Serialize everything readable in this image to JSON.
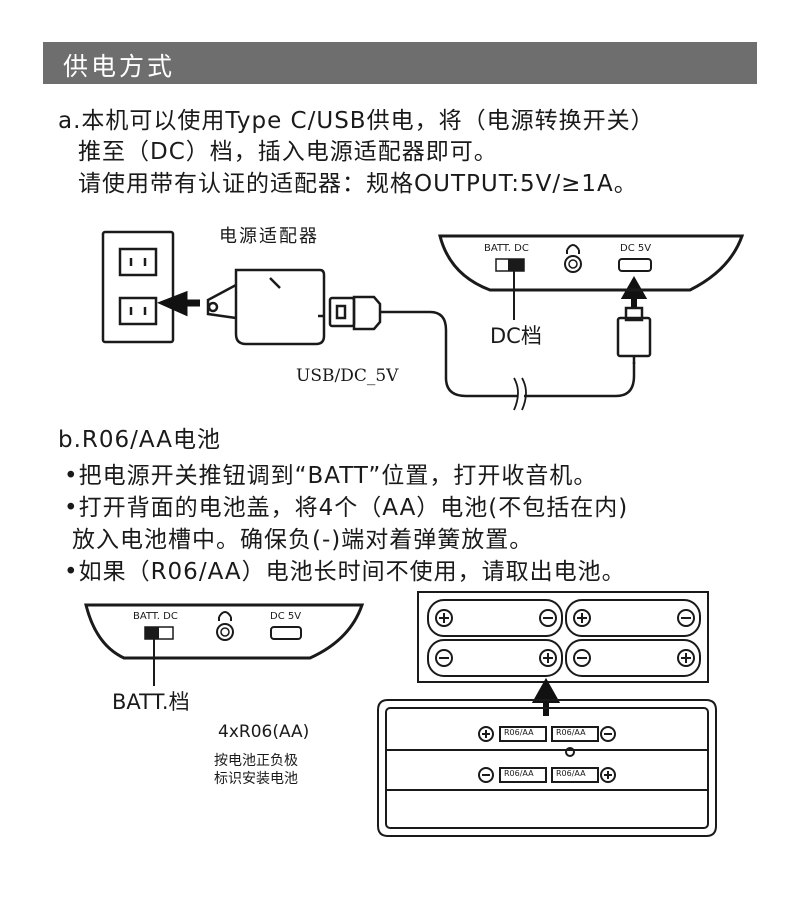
{
  "header": {
    "title": "供电方式"
  },
  "section_a": {
    "line1": "a.本机可以使用Type C/USB供电，将（电源转换开关）",
    "line2": "推至（DC）档，插入电源适配器即可。",
    "line3": "请使用带有认证的适配器：规格OUTPUT:5V/≥1A。"
  },
  "diagram_a": {
    "adapter_label": "电源适配器",
    "cable_label": "USB/DC_5V",
    "switch_label": "BATT.  DC",
    "port_label": "DC 5V",
    "dc_position_label": "DC档",
    "headphone_icon": "headphone-icon"
  },
  "section_b": {
    "title": "b.R06/AA电池",
    "bullet1": "•把电源开关推钮调到“BATT”位置，打开收音机。",
    "bullet2": "•打开背面的电池盖，将4个（AA）电池(不包括在内)",
    "bullet2_cont": "放入电池槽中。确保负(-)端对着弹簧放置。",
    "bullet3": "•如果（R06/AA）电池长时间不使用，请取出电池。"
  },
  "diagram_b": {
    "switch_label": "BATT.  DC",
    "port_label": "DC 5V",
    "batt_position_label": "BATT.档",
    "battery_spec": "4xR06(AA)",
    "note_line1": "按电池正负极",
    "note_line2": "标识安装电池",
    "cell_label": "R06/AA"
  }
}
